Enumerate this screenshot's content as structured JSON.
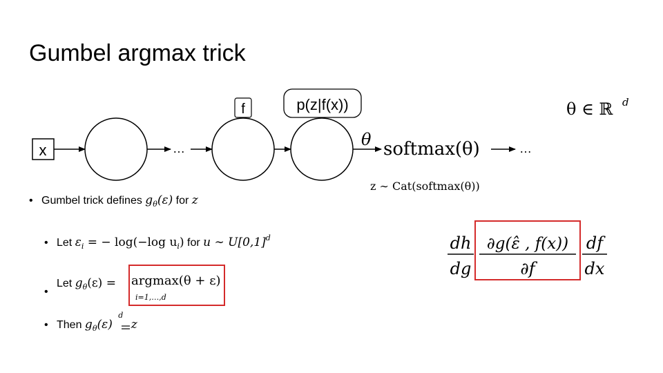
{
  "slide": {
    "title": "Gumbel argmax trick"
  },
  "diagram": {
    "input_label": "x",
    "ellipsis_1": "…",
    "function_label": "f",
    "distribution_label": "p(z|f(x))",
    "theta_symbol": "θ",
    "softmax_text": "softmax(θ)",
    "ellipsis_2": "…",
    "theta_domain": "θ ∈ ℝ",
    "theta_domain_sup": "d",
    "sample_text": "z ∼ Cat(softmax(θ))"
  },
  "bullets": {
    "b1_text": "Gumbel trick defines",
    "b1_g": "g",
    "b1_sub": "θ",
    "b1_arg": "(ε)",
    "b1_for": "for",
    "b1_z": "z",
    "b2_let": "Let",
    "b2_eps": "ε",
    "b2_eps_sub": "i",
    "b2_expr": " = − log(−log u",
    "b2_u_sub": "i",
    "b2_close": ")",
    "b2_for": "for",
    "b2_dist": "u ∼ U[0,1]",
    "b2_sup": "d",
    "b3_let": "Let",
    "b3_g": "g",
    "b3_sub": "θ",
    "b3_arg": "(ε) =",
    "b3_argmax": "argmax(θ + ε)",
    "b3_argmax_sub": "i=1,…,d",
    "b4_then": "Then",
    "b4_g": "g",
    "b4_sub": "θ",
    "b4_arg": "(ε)",
    "b4_eq": "=",
    "b4_d": "d",
    "b4_z": "z"
  },
  "chain_rule": {
    "dh": "dh",
    "dg": "dg",
    "dg_num": "∂g(ε̂ , f(x))",
    "df_den": "∂f",
    "df": "df",
    "dx": "dx"
  },
  "colors": {
    "highlight": "#d42a2a",
    "text": "#000000"
  }
}
